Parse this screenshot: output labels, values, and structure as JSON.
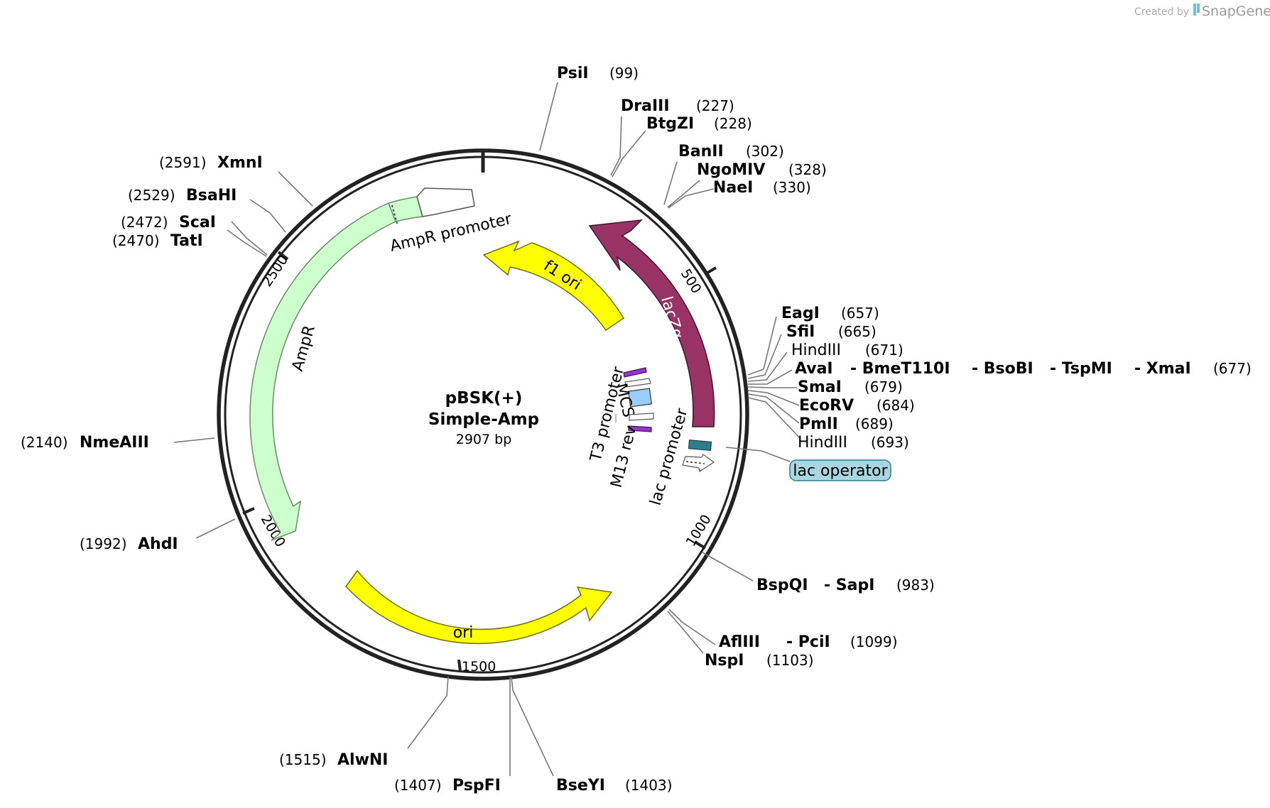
{
  "credit": {
    "created_by": "Created by",
    "brand": "SnapGene"
  },
  "plasmid": {
    "name": "pBSK(+)",
    "subname": "Simple-Amp",
    "length_text": "2907 bp",
    "length_bp": 2907
  },
  "ticks": [
    "500",
    "1000",
    "1500",
    "2000",
    "2500"
  ],
  "features": {
    "f1_ori": "f1 ori",
    "lacza": "lacZα",
    "ampr": "AmpR",
    "ampr_promoter": "AmpR promoter",
    "ori": "ori",
    "mcs": "MCS",
    "t3_promoter": "T3 promoter",
    "m13_rev": "M13 rev",
    "lac_promoter": "lac promoter",
    "lac_operator": "lac operator"
  },
  "colors": {
    "backbone": "#222222",
    "f1_ori": "#ffff00",
    "ori": "#ffff00",
    "ampr": "#ccffcc",
    "lacza": "#993366",
    "lac_operator_box": "#a9d6e0",
    "lac_operator_mark": "#2e7d8c",
    "mcs": "#99ccff",
    "primer": "#9933cc"
  },
  "sites": [
    {
      "name": "PsiI",
      "pos": "(99)"
    },
    {
      "name": "DraIII",
      "pos": "(227)"
    },
    {
      "name": "BtgZI",
      "pos": "(228)"
    },
    {
      "name": "BanII",
      "pos": "(302)"
    },
    {
      "name": "NgoMIV",
      "pos": "(328)"
    },
    {
      "name": "NaeI",
      "pos": "(330)"
    },
    {
      "name": "EagI",
      "pos": "(657)"
    },
    {
      "name": "SfiI",
      "pos": "(665)"
    },
    {
      "name": "HindIII",
      "pos": "(671)"
    },
    {
      "name": "AvaI",
      "pos": "(677)"
    },
    {
      "name": "- BmeT110I",
      "pos": ""
    },
    {
      "name": "- BsoBI",
      "pos": ""
    },
    {
      "name": "- TspMI",
      "pos": ""
    },
    {
      "name": "- XmaI",
      "pos": ""
    },
    {
      "name": "SmaI",
      "pos": "(679)"
    },
    {
      "name": "EcoRV",
      "pos": "(684)"
    },
    {
      "name": "PmlI",
      "pos": "(689)"
    },
    {
      "name": "HindIII",
      "pos": "(693)"
    },
    {
      "name": "BspQI",
      "pos": "(983)"
    },
    {
      "name": "- SapI",
      "pos": ""
    },
    {
      "name": "AflIII",
      "pos": "(1099)"
    },
    {
      "name": "- PciI",
      "pos": ""
    },
    {
      "name": "NspI",
      "pos": "(1103)"
    },
    {
      "name": "BseYI",
      "pos": "(1403)"
    },
    {
      "name": "PspFI",
      "pos": "(1407)"
    },
    {
      "name": "AlwNI",
      "pos": "(1515)"
    },
    {
      "name": "AhdI",
      "pos": "(1992)"
    },
    {
      "name": "NmeAIII",
      "pos": "(2140)"
    },
    {
      "name": "TatI",
      "pos": "(2470)"
    },
    {
      "name": "ScaI",
      "pos": "(2472)"
    },
    {
      "name": "BsaHI",
      "pos": "(2529)"
    },
    {
      "name": "XmnI",
      "pos": "(2591)"
    }
  ]
}
